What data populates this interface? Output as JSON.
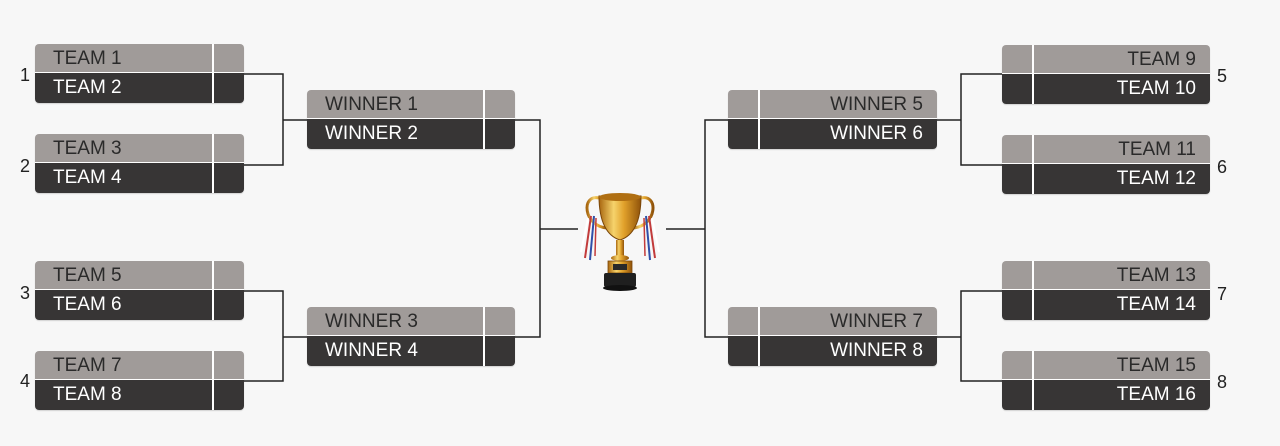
{
  "left_round1": [
    {
      "number": "1",
      "top": "TEAM 1",
      "bottom": "TEAM 2"
    },
    {
      "number": "2",
      "top": "TEAM 3",
      "bottom": "TEAM 4"
    },
    {
      "number": "3",
      "top": "TEAM 5",
      "bottom": "TEAM 6"
    },
    {
      "number": "4",
      "top": "TEAM 7",
      "bottom": "TEAM 8"
    }
  ],
  "left_semis": [
    {
      "top": "WINNER 1",
      "bottom": "WINNER 2"
    },
    {
      "top": "WINNER 3",
      "bottom": "WINNER 4"
    }
  ],
  "right_round1": [
    {
      "number": "5",
      "top": "TEAM 9",
      "bottom": "TEAM 10"
    },
    {
      "number": "6",
      "top": "TEAM 11",
      "bottom": "TEAM 12"
    },
    {
      "number": "7",
      "top": "TEAM 13",
      "bottom": "TEAM 14"
    },
    {
      "number": "8",
      "top": "TEAM 15",
      "bottom": "TEAM 16"
    }
  ],
  "right_semis": [
    {
      "top": "WINNER 5",
      "bottom": "WINNER 6"
    },
    {
      "top": "WINNER 7",
      "bottom": "WINNER 8"
    }
  ],
  "trophy_icon": "trophy-icon",
  "colors": {
    "top_slot": "#a09b99",
    "bottom_slot": "#373535",
    "line": "#222222"
  }
}
